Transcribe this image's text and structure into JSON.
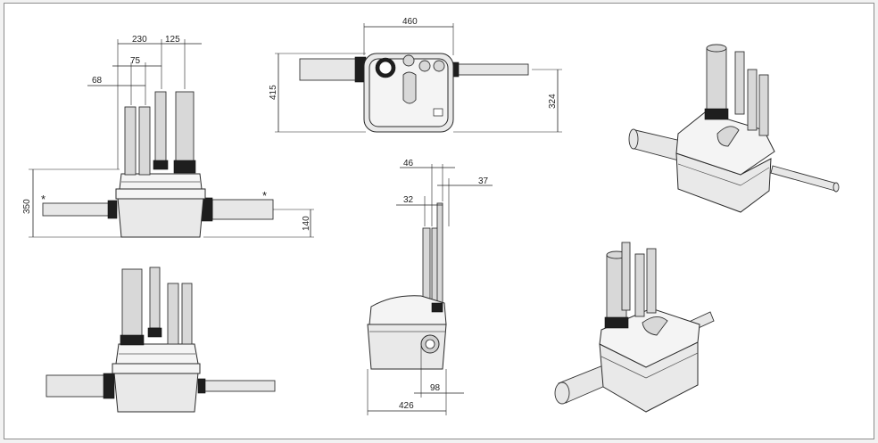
{
  "dimensions": {
    "front": {
      "w230": "230",
      "w125": "125",
      "w75": "75",
      "w68": "68",
      "h350": "350",
      "h140": "140",
      "star_left": "*",
      "star_right": "*"
    },
    "top": {
      "w460": "460",
      "h415": "415",
      "h324": "324"
    },
    "side": {
      "w46": "46",
      "w37": "37",
      "w32": "32",
      "w98": "98",
      "w426": "426"
    }
  },
  "colors": {
    "outline": "#222222",
    "body_fill": "#e9e9e9",
    "pipe_fill": "#d8d8d8",
    "gasket": "#1e1e1e",
    "frame": "#8d8d8d"
  }
}
